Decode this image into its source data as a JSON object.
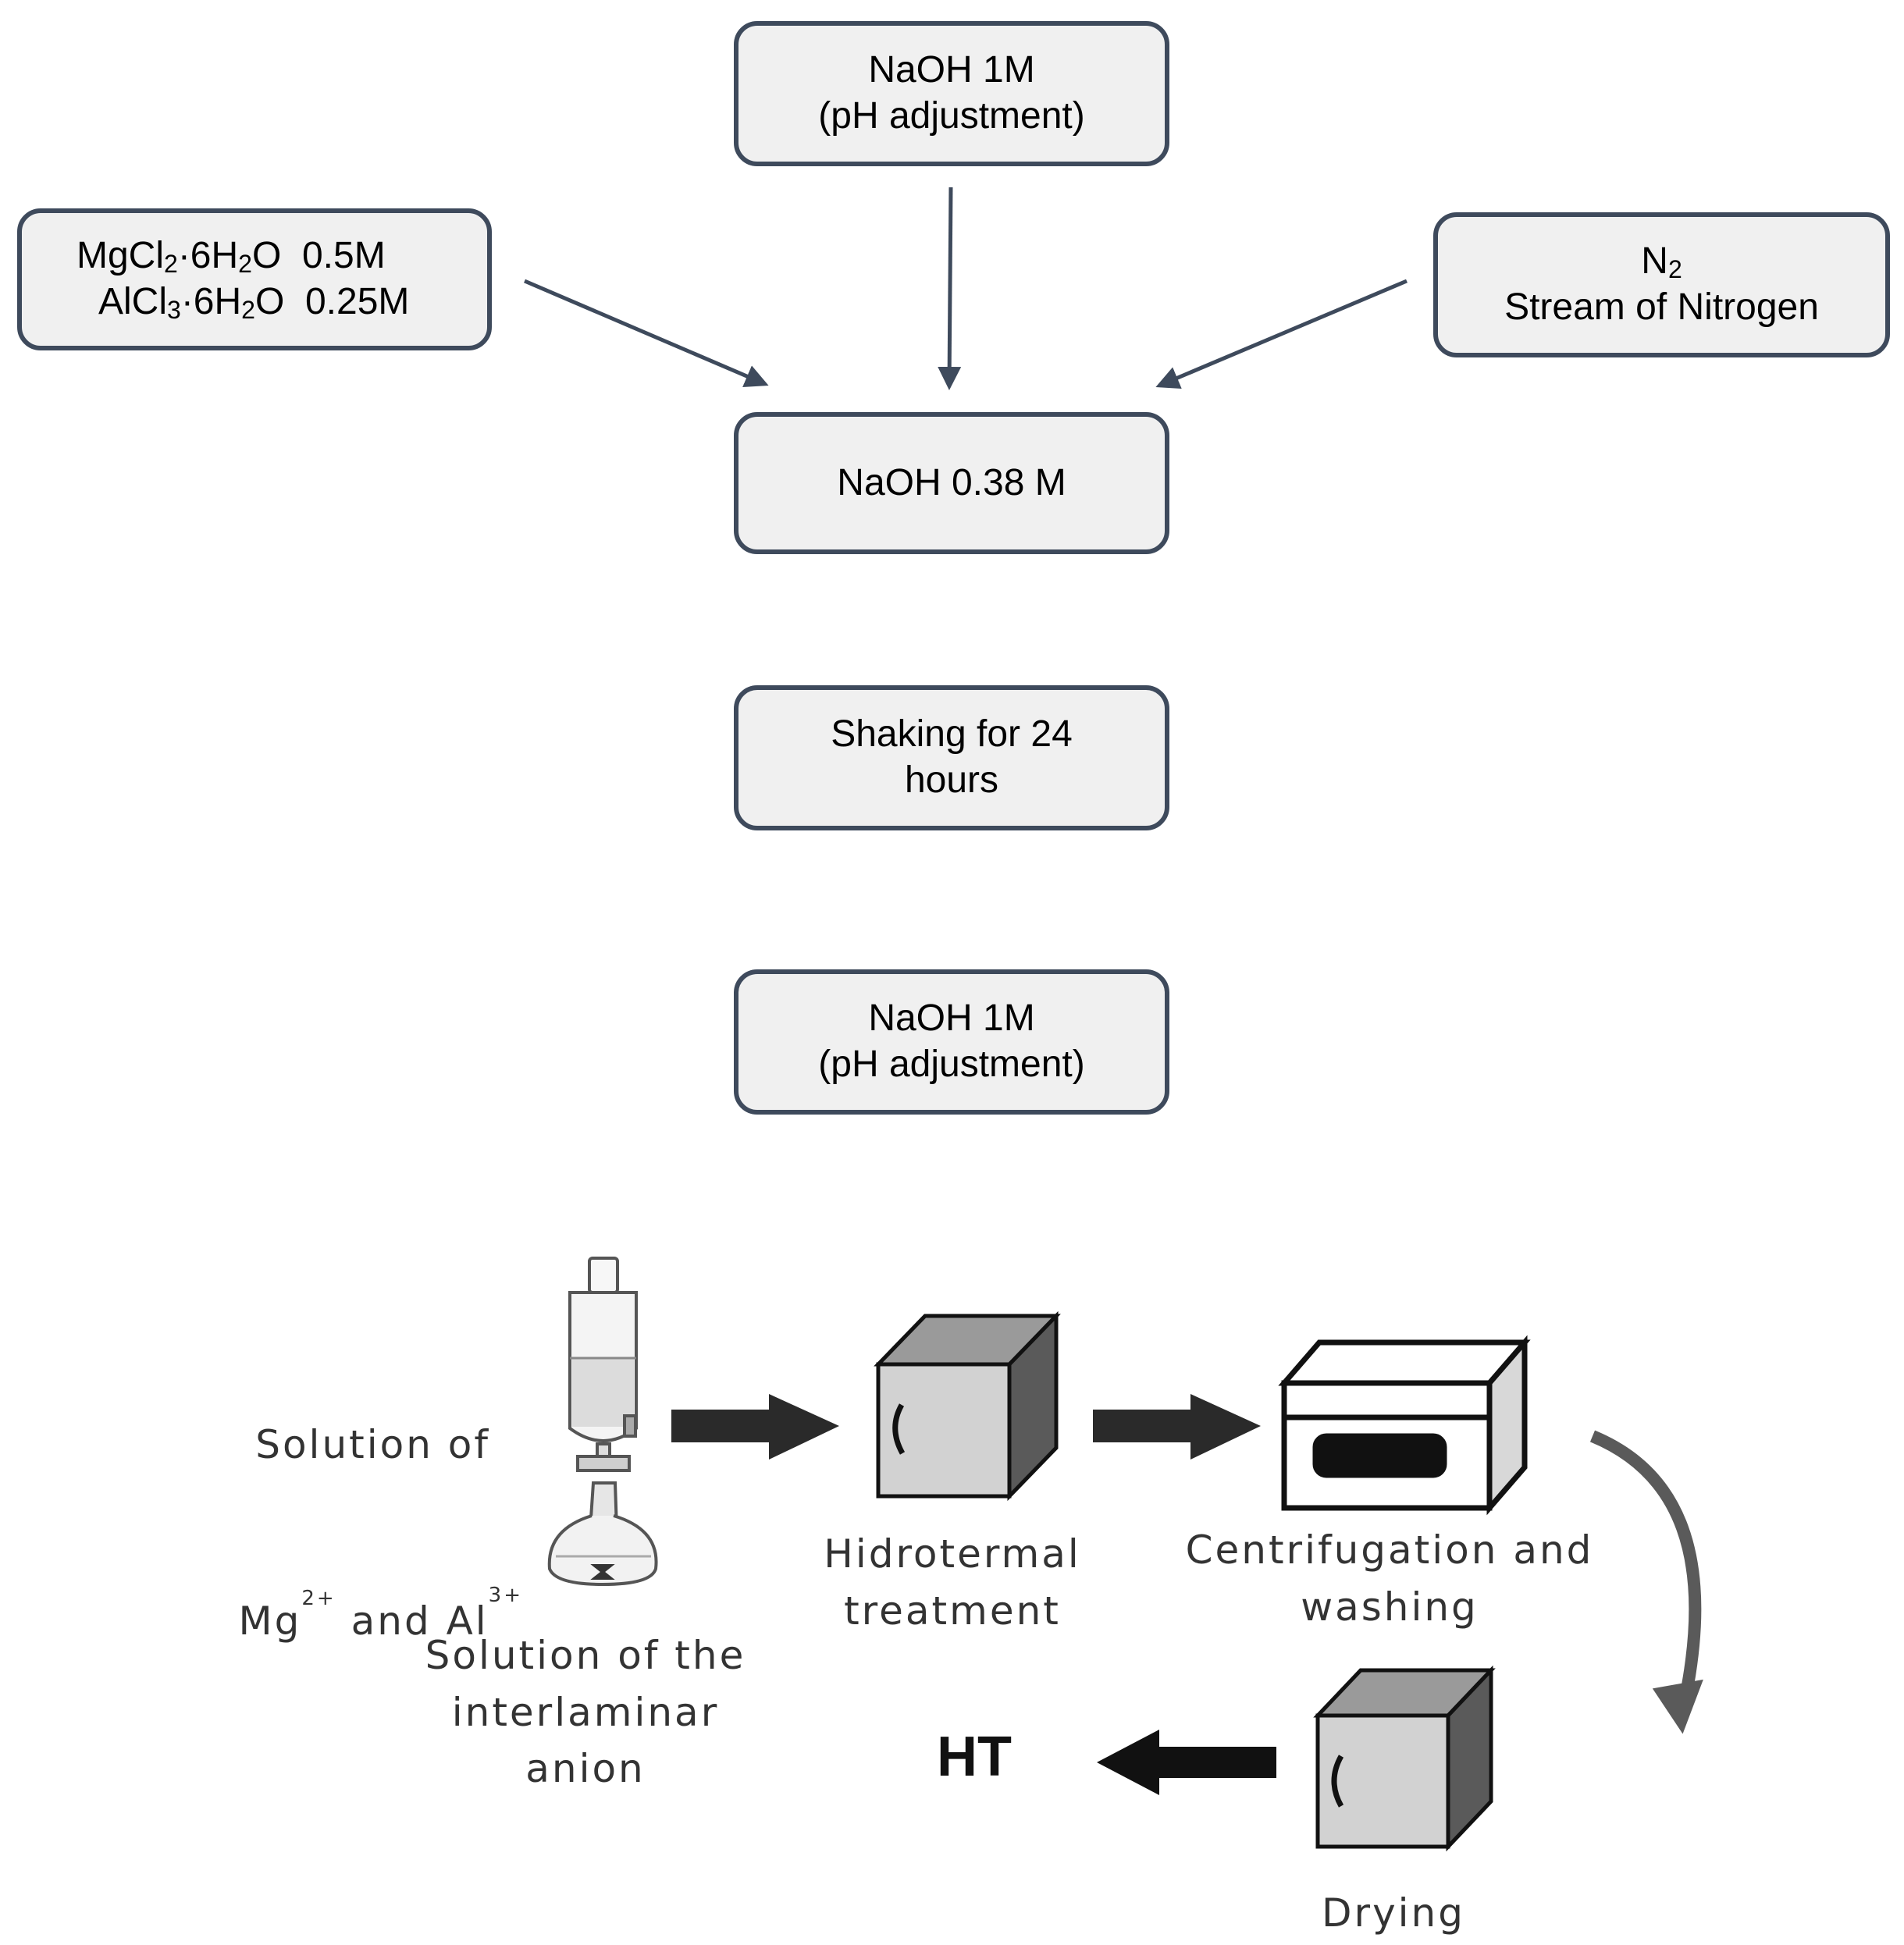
{
  "top_flow": {
    "naoh_top": {
      "line1": "NaOH 1M",
      "line2": "(pH adjustment)"
    },
    "salts": {
      "line1": {
        "a": "MgCl",
        "a_sub": "2",
        "b": "·6H",
        "b_sub": "2",
        "c": "O  0.5M"
      },
      "line2": {
        "a": "AlCl",
        "a_sub": "3",
        "b": "·6H",
        "b_sub": "2",
        "c": "O  0.25M"
      }
    },
    "nitrogen": {
      "line1_main": "N",
      "line1_sub": "2",
      "line2": "Stream of Nitrogen"
    },
    "naoh_mid": {
      "line1": "NaOH 0.38 M"
    },
    "shaking": {
      "line1": "Shaking for 24",
      "line2": "hours"
    },
    "naoh_bottom": {
      "line1": "NaOH 1M",
      "line2": "(pH adjustment)"
    }
  },
  "process": {
    "solution_mg_al": {
      "line1": "Solution of",
      "mg": "Mg",
      "mg_charge": "2+",
      "and_al": "and Al",
      "al_charge": "3+"
    },
    "interlaminar": {
      "text": "Solution of the\ninterlaminar\nanion"
    },
    "hydrothermal": {
      "text": "Hidrotermal\ntreatment"
    },
    "centrifugation": {
      "text": "Centrifugation and\nwashing"
    },
    "drying": {
      "text": "Drying"
    },
    "product": {
      "text": "HT"
    }
  },
  "colors": {
    "box_border": "#3e4a5c",
    "box_fill": "#f0f0f0",
    "arrow": "#3e4a5c",
    "block_arrow": "#2a2a2a"
  }
}
